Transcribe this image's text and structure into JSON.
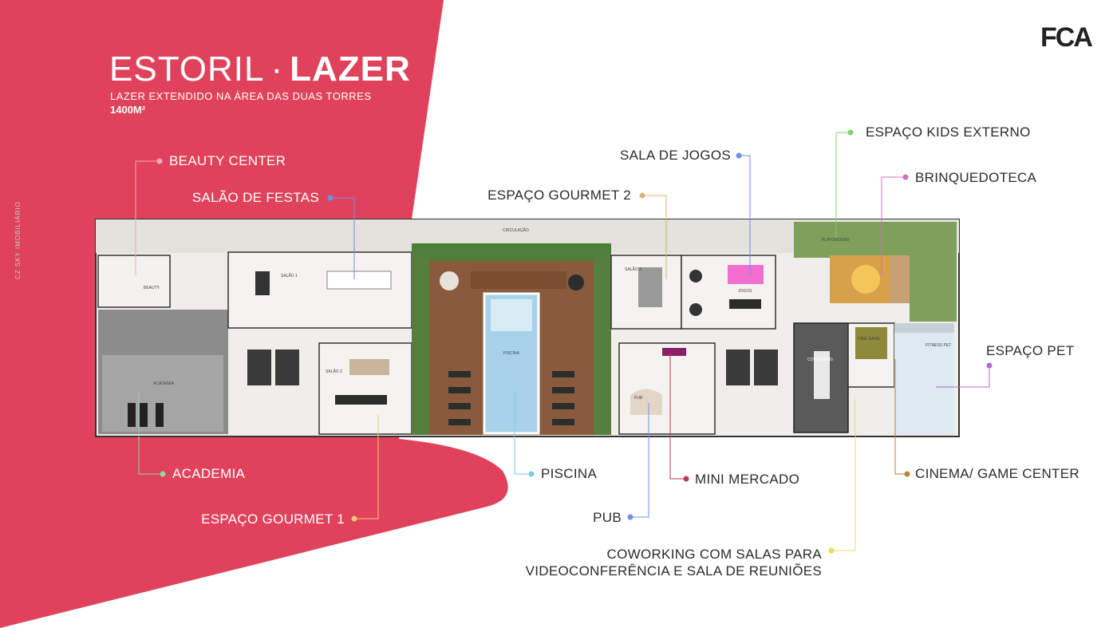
{
  "header": {
    "title_light": "ESTORIL",
    "title_sep": "·",
    "title_bold": "LAZER",
    "subtitle": "LAZER EXTENDIDO NA ÁREA DAS DUAS TORRES",
    "area": "1400M²"
  },
  "brand": {
    "logo": "FCA",
    "watermark": "CZ SKY IMOBILIÁRIO"
  },
  "colors": {
    "primary": "#e0425b",
    "pool": "#a8d2ea",
    "deck": "#8a5a3c",
    "gym": "#8c8c8c",
    "grass": "#7ea05a"
  },
  "labels": {
    "beauty_center": "BEAUTY CENTER",
    "salao_festas": "SALÃO DE FESTAS",
    "academia": "ACADEMIA",
    "gourmet1": "ESPAÇO GOURMET  1",
    "piscina": "PISCINA",
    "sala_jogos": "SALA DE JOGOS",
    "gourmet2": "ESPAÇO GOURMET 2",
    "kids_externo": "ESPAÇO KIDS EXTERNO",
    "brinquedoteca": "BRINQUEDOTECA",
    "pet": "ESPAÇO PET",
    "mini_mercado": "MINI MERCADO",
    "pub": "PUB",
    "cinema": "CINEMA/ GAME CENTER",
    "coworking_1": "COWORKING COM SALAS PARA",
    "coworking_2": "VIDEOCONFERÊNCIA E SALA DE REUNIÕES"
  },
  "plan_labels": {
    "circulacao": "CIRCULAÇÃO",
    "piscina": "PISCINA",
    "academia": "ACADEMIA",
    "jogos": "JOGOS",
    "coworking": "COWORKING",
    "beauty": "BEAUTY",
    "salao1": "SALÃO 1",
    "salao2": "SALÃO 2",
    "salao3": "SALÃO 3",
    "pub": "PUB",
    "fitness_pet": "FITNESS PET",
    "cine_game": "CINE GAME",
    "playground": "PLAYGROUND"
  }
}
